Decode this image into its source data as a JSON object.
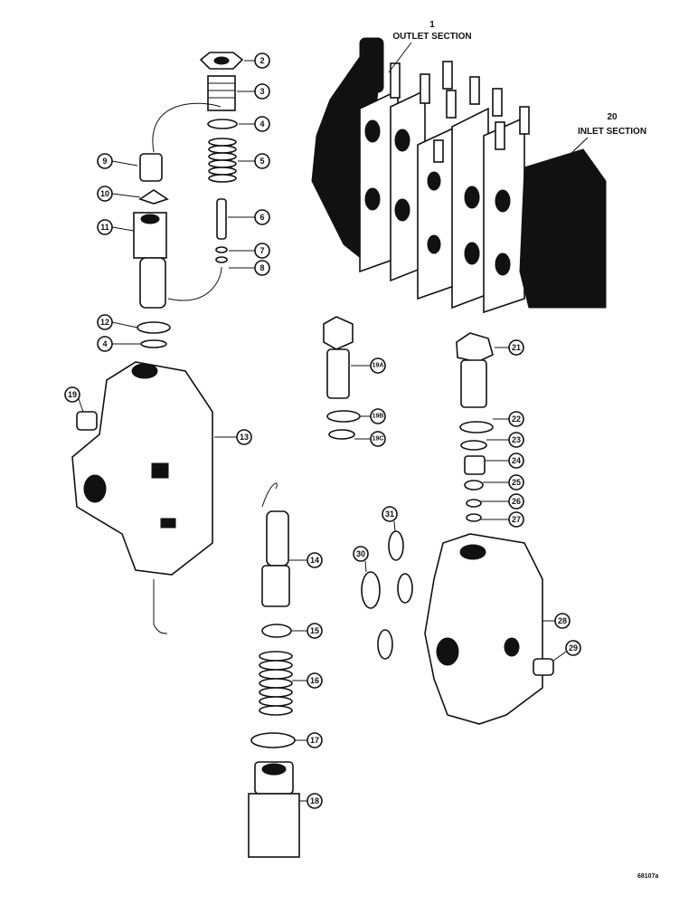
{
  "figure": {
    "outlet_number": "1",
    "outlet_label": "OUTLET SECTION",
    "inlet_number": "20",
    "inlet_label": "INLET SECTION",
    "figure_id": "68107a"
  },
  "callouts": {
    "c2": "2",
    "c3": "3",
    "c4a": "4",
    "c5": "5",
    "c6": "6",
    "c7": "7",
    "c8": "8",
    "c9": "9",
    "c10": "10",
    "c11": "11",
    "c12": "12",
    "c4b": "4",
    "c13": "13",
    "c14": "14",
    "c15": "15",
    "c16": "16",
    "c17": "17",
    "c18": "18",
    "c19": "19",
    "c19a": "19A",
    "c19b": "19B",
    "c19c": "19C",
    "c21": "21",
    "c22": "22",
    "c23": "23",
    "c24": "24",
    "c25": "25",
    "c26": "26",
    "c27": "27",
    "c28": "28",
    "c29": "29",
    "c30": "30",
    "c31": "31"
  }
}
